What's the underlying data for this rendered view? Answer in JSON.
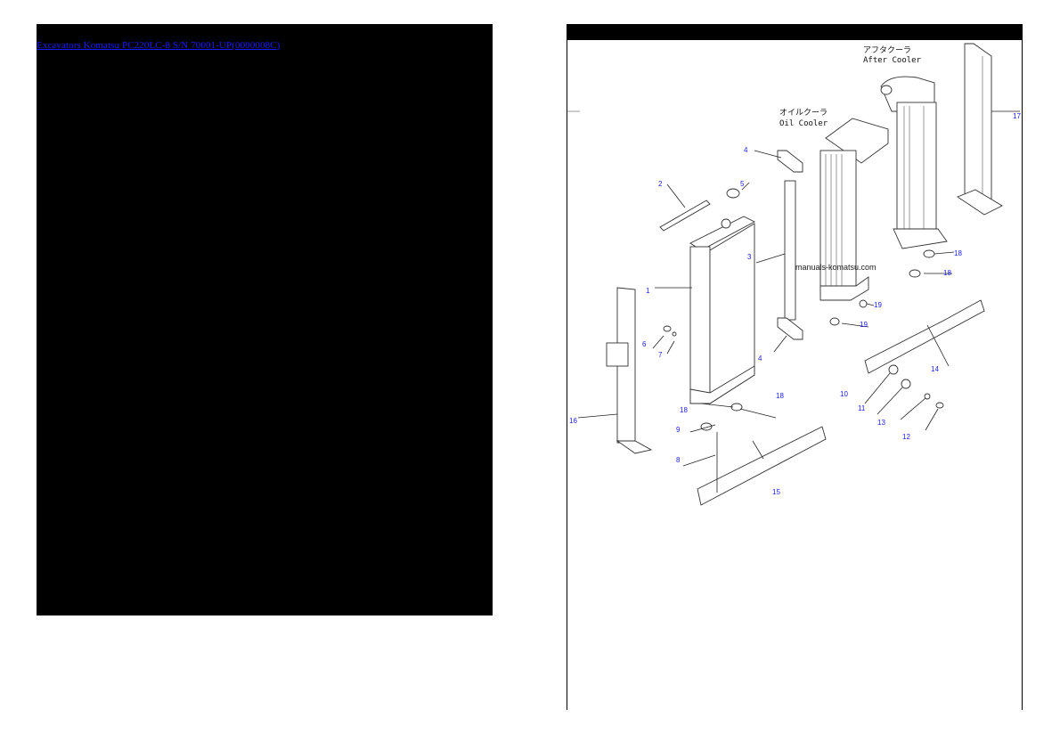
{
  "left_panel": {
    "title_link": {
      "part1": "Excavators Komatsu",
      "part2": "PC220LC-8 S/N  70001-UP(0000008C)"
    },
    "link_color": "#1a1aff",
    "background": "#000000"
  },
  "right_panel": {
    "header_background": "#000000",
    "diagram": {
      "captions": {
        "after_cooler_jp": "アフタクーラ",
        "after_cooler_en": "After Cooler",
        "oil_cooler_jp": "オイルクーラ",
        "oil_cooler_en": "Oil Cooler"
      },
      "watermark": "manuals-komatsu.com",
      "part_labels": [
        {
          "id": "1",
          "text": "1"
        },
        {
          "id": "2",
          "text": "2"
        },
        {
          "id": "3",
          "text": "3"
        },
        {
          "id": "4a",
          "text": "4"
        },
        {
          "id": "4b",
          "text": "4"
        },
        {
          "id": "5",
          "text": "5"
        },
        {
          "id": "6",
          "text": "6"
        },
        {
          "id": "7",
          "text": "7"
        },
        {
          "id": "8",
          "text": "8"
        },
        {
          "id": "9",
          "text": "9"
        },
        {
          "id": "10",
          "text": "10"
        },
        {
          "id": "11",
          "text": "11"
        },
        {
          "id": "12",
          "text": "12"
        },
        {
          "id": "13",
          "text": "13"
        },
        {
          "id": "14",
          "text": "14"
        },
        {
          "id": "15",
          "text": "15"
        },
        {
          "id": "16",
          "text": "16"
        },
        {
          "id": "17",
          "text": "17"
        },
        {
          "id": "18a",
          "text": "18"
        },
        {
          "id": "18b",
          "text": "18"
        },
        {
          "id": "18c",
          "text": "18"
        },
        {
          "id": "18d",
          "text": "18"
        },
        {
          "id": "19a",
          "text": "19"
        },
        {
          "id": "19b",
          "text": "19"
        }
      ]
    }
  }
}
